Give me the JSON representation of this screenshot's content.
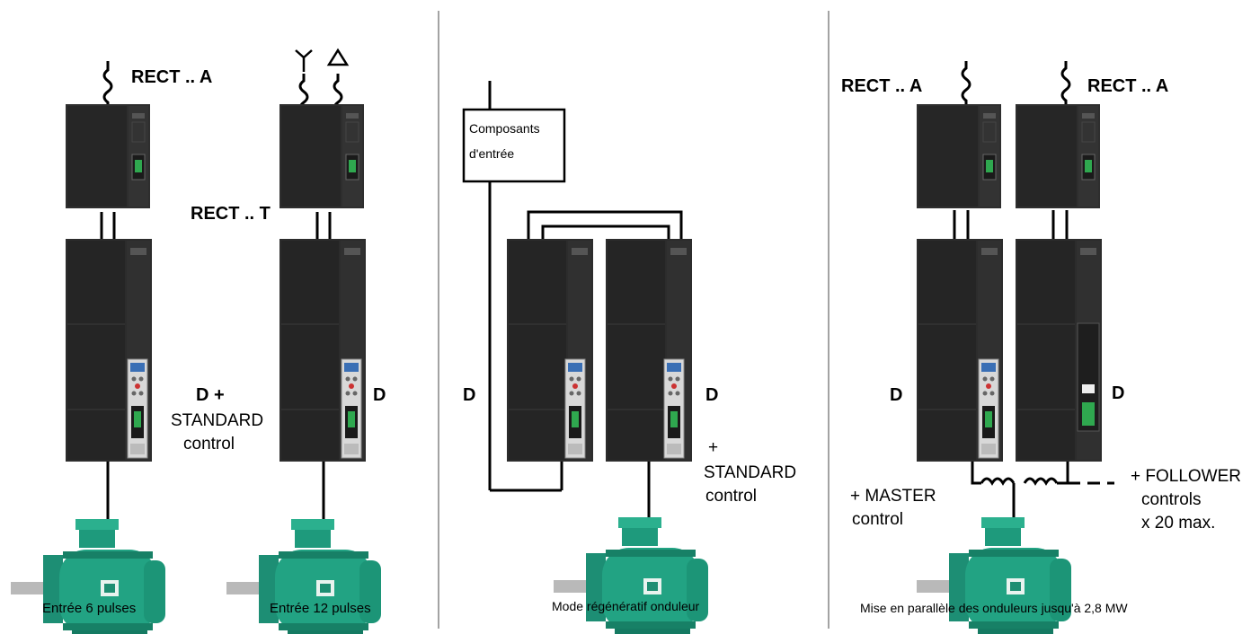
{
  "labels": {
    "rect_a": "RECT .. A",
    "rect_t": "RECT .. T",
    "d": "D",
    "d_plus": "D +",
    "standard": "STANDARD",
    "control": "control",
    "plus": "+",
    "composants_1": "Composants",
    "composants_2": "d'entrée",
    "master_1": "+ MASTER",
    "master_2": "control",
    "follower_1": "+ FOLLOWER",
    "follower_2": "controls",
    "follower_3": "x 20 max."
  },
  "captions": {
    "six_pulse": "Entrée 6 pulses",
    "twelve_pulse": "Entrée 12 pulses",
    "regen": "Mode régénératif onduleur",
    "parallel": "Mise en parallèle des onduleurs jusqu'à 2,8 MW"
  },
  "symbols": {
    "star": "star-connection-icon",
    "delta": "delta-connection-icon"
  },
  "colors": {
    "drive": "#2b2b2b",
    "motor": "#1f9a7e",
    "wire": "#000000",
    "divider": "#666666"
  }
}
